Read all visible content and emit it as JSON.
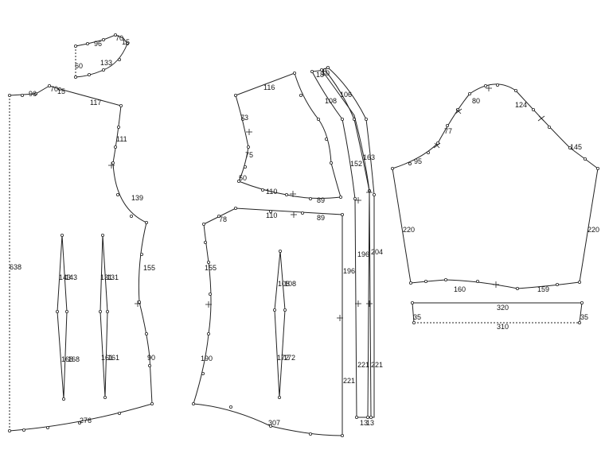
{
  "colors": {
    "line": "#222222",
    "background": "#ffffff"
  },
  "pieces": {
    "collar": {
      "labels": [
        "96",
        "70",
        "15",
        "60",
        "133"
      ]
    },
    "back": {
      "labels": [
        "96",
        "70",
        "15",
        "117",
        "111",
        "139",
        "155",
        "638",
        "90",
        "276",
        "143",
        "143",
        "131",
        "131",
        "168",
        "168",
        "161",
        "161"
      ]
    },
    "front_yoke": {
      "labels": [
        "116",
        "73",
        "75",
        "50",
        "110",
        "89"
      ]
    },
    "front": {
      "labels": [
        "78",
        "110",
        "89",
        "155",
        "190",
        "196",
        "221",
        "108",
        "108",
        "172",
        "172",
        "307"
      ]
    },
    "placket_inner": {
      "labels": [
        "18",
        "108",
        "152",
        "196",
        "221",
        "13"
      ]
    },
    "placket_outer": {
      "labels": [
        "10",
        "106",
        "163",
        "204",
        "221",
        "13"
      ]
    },
    "sleeve": {
      "labels": [
        "80",
        "124",
        "77",
        "145",
        "95",
        "220",
        "220",
        "160",
        "159"
      ]
    },
    "cuff": {
      "labels": [
        "320",
        "35",
        "35",
        "310"
      ]
    }
  }
}
